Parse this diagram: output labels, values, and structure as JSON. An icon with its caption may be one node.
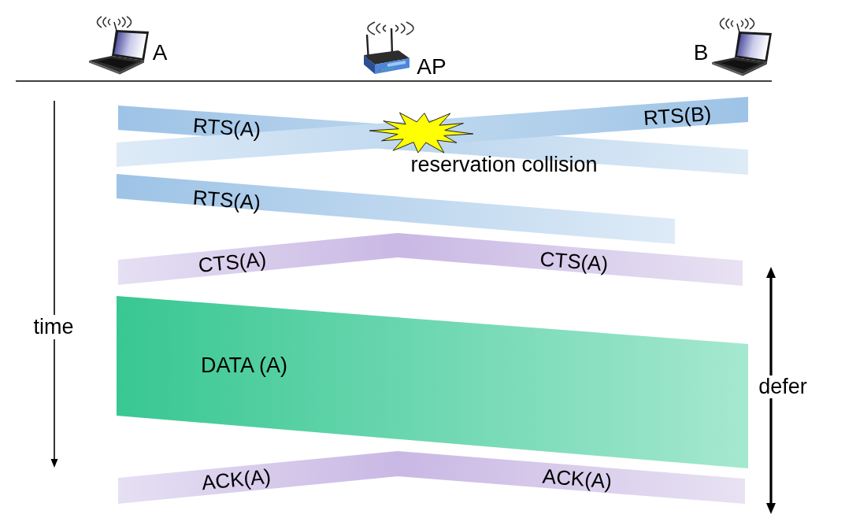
{
  "diagram": {
    "nodes": [
      {
        "text": [
          "A"
        ]
      },
      {
        "text": [
          "AP"
        ]
      },
      {
        "text": [
          "B"
        ]
      },
      {
        "text": [
          "RTS(A)"
        ]
      },
      {
        "text": [
          "RTS(B)"
        ]
      },
      {
        "text": [
          "RTS(A)"
        ]
      },
      {
        "text": [
          "CTS(A)",
          "CTS(A)"
        ]
      },
      {
        "text": [
          "DATA (A)"
        ]
      },
      {
        "text": [
          "ACK(A)",
          "ACK(A)"
        ]
      }
    ],
    "labels": [
      "reservation collision",
      "time",
      "defer"
    ]
  }
}
